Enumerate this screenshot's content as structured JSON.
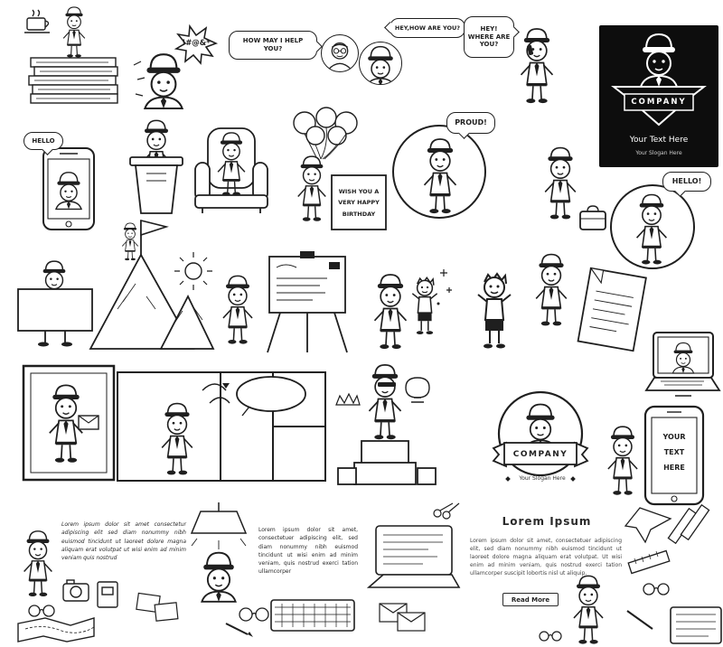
{
  "page": {
    "background": "#ffffff",
    "ink": "#1f1f1f"
  },
  "bubbles": {
    "angry": "!#@&*",
    "help": "HOW MAY I HELP YOU?",
    "hey_how": "HEY,HOW ARE YOU?",
    "hey_where": "HEY! WHERE ARE YOU?",
    "phone_hello": "HELLO",
    "proud": "PROUD!",
    "hello": "HELLO!"
  },
  "dark_card": {
    "company": "COMPANY",
    "text": "Your Text Here",
    "slogan": "Your Slogan Here"
  },
  "birthday_sign": [
    "WISH YOU A",
    "VERY HAPPY",
    "BIRTHDAY"
  ],
  "logo_badge": {
    "company": "COMPANY",
    "slogan": "Your Slogan Here"
  },
  "phone_mock": [
    "YOUR",
    "TEXT",
    "HERE"
  ],
  "notes": {
    "travel": "Lorem ipsum dolor sit amet consectetur adipiscing elit sed diam nonummy nibh euismod tincidunt ut laoreet dolore magna aliquam erat volutpat ut wisi enim ad minim veniam quis nostrud",
    "desk": "Lorem ipsum dolor sit amet, consectetuer adipiscing elit, sed diam nonummy nibh euismod tincidunt ut wisi enim ad minim veniam, quis nostrud exerci tation ullamcorper"
  },
  "lorem_section": {
    "title": "Lorem Ipsum",
    "body": "Lorem ipsum dolor sit amet, consectetuer adipiscing elit, sed diam nonummy nibh euismod tincidunt ut laoreet dolore magna aliquam erat volutpat. Ut wisi enim ad minim veniam, quis nostrud exerci tation ullamcorper suscipit lobortis nisl ut aliquip.",
    "read_more": "Read More"
  }
}
